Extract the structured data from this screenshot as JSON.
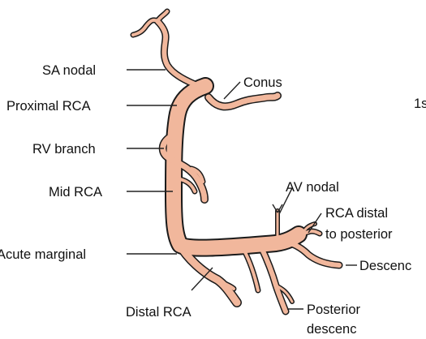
{
  "colors": {
    "vessel_fill": "#f1b79c",
    "vessel_outline": "#1a1a1a",
    "leader_line": "#222222",
    "text": "#111111",
    "background": "#ffffff"
  },
  "labels": {
    "sa_nodal": "SA nodal",
    "proximal_rca": "Proximal RCA",
    "rv_branch": "RV branch",
    "mid_rca": "Mid RCA",
    "acute_marginal": "Acute marginal",
    "distal_rca": "Distal RCA",
    "conus": "Conus",
    "av_nodal": "AV nodal",
    "rca_distal_line1": "RCA distal",
    "rca_distal_line2": "to posterior",
    "descending": "Descenc",
    "posterior_line1": "Posterior",
    "posterior_line2": "descenc",
    "edge_fragment": "1s"
  }
}
